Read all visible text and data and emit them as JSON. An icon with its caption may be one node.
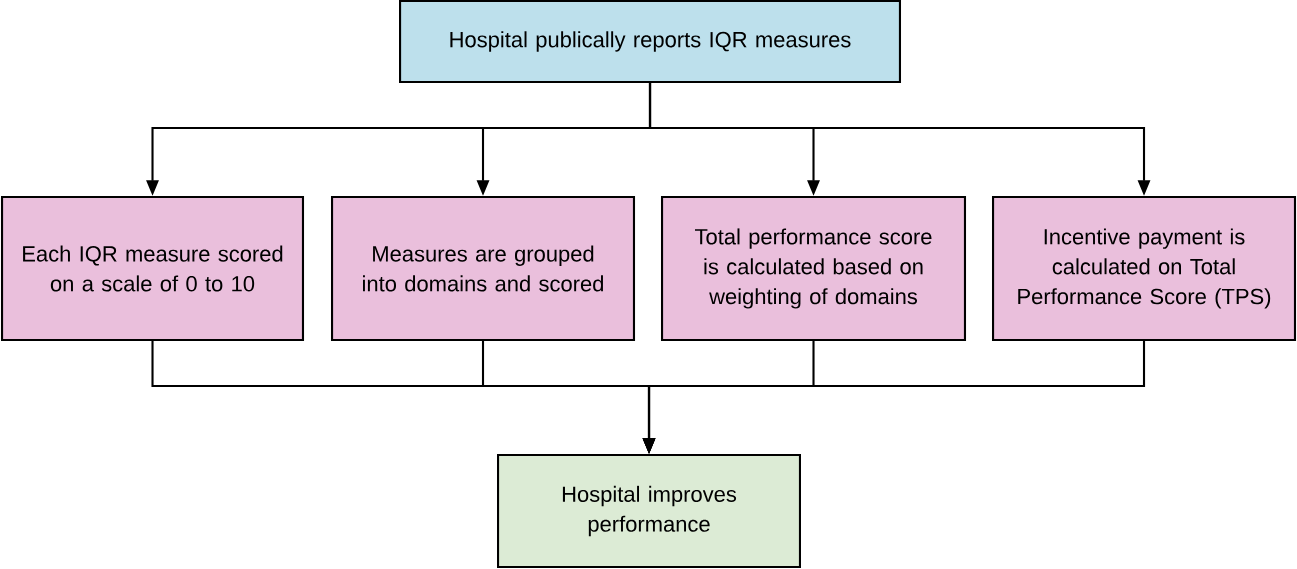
{
  "diagram": {
    "nodes": [
      {
        "text": [
          "Hospital publically reports IQR measures"
        ]
      },
      {
        "text": [
          "Each IQR measure scored on a scale of 0 to 10"
        ]
      },
      {
        "text": [
          "Measures are grouped into domains and scored"
        ]
      },
      {
        "text": [
          "Total performance score is calculated based on weighting of domains"
        ]
      },
      {
        "text": [
          "Incentive payment is calculated on Total Performance Score (TPS)"
        ]
      },
      {
        "text": [
          "Hospital improves performance"
        ]
      }
    ],
    "edges": [
      {
        "from": 0,
        "to": 1,
        "arrow": "to"
      },
      {
        "from": 0,
        "to": 2,
        "arrow": "to"
      },
      {
        "from": 0,
        "to": 3,
        "arrow": "to"
      },
      {
        "from": 0,
        "to": 4,
        "arrow": "to"
      },
      {
        "from": 1,
        "to": 5,
        "arrow": "to"
      },
      {
        "from": 2,
        "to": 5,
        "arrow": "to"
      },
      {
        "from": 3,
        "to": 5,
        "arrow": "to"
      },
      {
        "from": 4,
        "to": 5,
        "arrow": "to"
      }
    ]
  }
}
